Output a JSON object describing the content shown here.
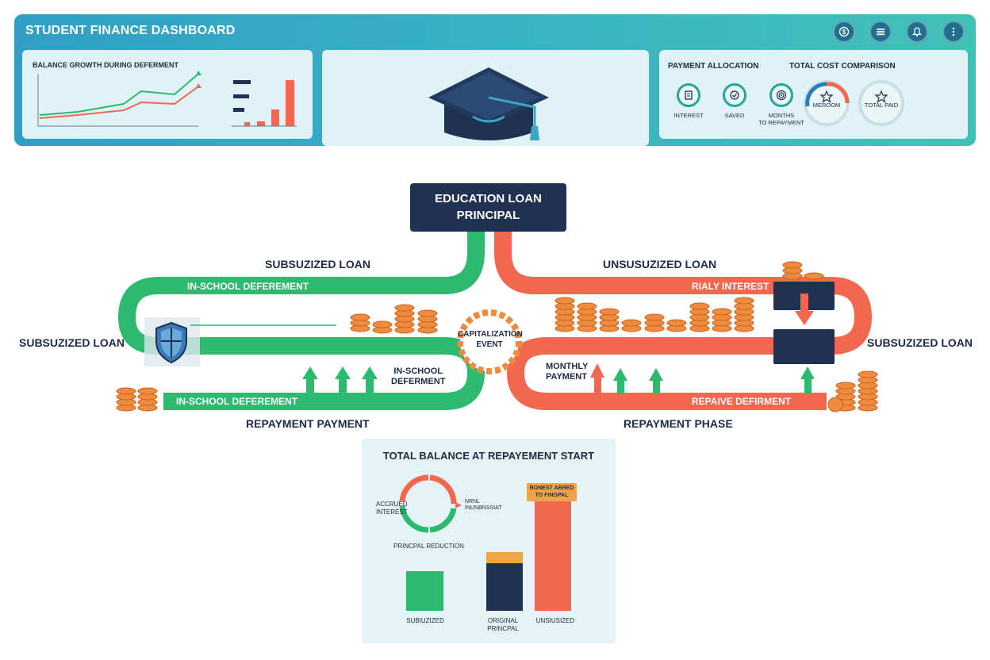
{
  "header": {
    "title": "STUDENT FINANCE DASHBOARD",
    "icons": [
      "currency-icon",
      "menu-icon",
      "bell-icon",
      "more-icon"
    ]
  },
  "panels": {
    "balance_growth_title": "BALANCE GROWTH DURING DEFERMENT",
    "payment_allocation_title": "PAYMENT ALLOCATION",
    "total_cost_title": "TOTAL COST COMPARISON",
    "allocation_items": [
      {
        "label": "INTEREST",
        "icon": "receipt-icon"
      },
      {
        "label": "SAVED",
        "icon": "check-icon"
      },
      {
        "label": "MONTHS\nTO REPAYMENT",
        "icon": "target-icon"
      },
      {
        "label": "MEROOM",
        "icon": "star-icon"
      },
      {
        "label": "TOTAL PAID",
        "icon": "star-icon"
      }
    ]
  },
  "diagram": {
    "principal": "EDUCATION LOAN\nPRINCIPAL",
    "left_top_label": "SUBSUZIZED LOAN",
    "left_side_label": "SUBSUZIZED LOAN",
    "left_track_top": "IN-SCHOOL DEFEREMENT",
    "left_track_bottom": "IN-SCHOOL DEFEREMENT",
    "left_inner_label": "IN-SCHOOL\nDEFERMENT",
    "left_bottom_label": "REPAYMENT PAYMENT",
    "right_top_label": "UNSUSUZIZED LOAN",
    "right_side_label": "SUBSUZIZED LOAN",
    "right_track_top": "RIALY INTEREST",
    "right_track_bottom": "REPAIVE DEFIRMENT",
    "monthly_payment": "MONTHLY\nPAYMENT",
    "right_bottom_label": "REPAYMENT PHASE",
    "capitalization": "CAPITALIZATION\nEVENT",
    "colors": {
      "subsidized": "#2dba6e",
      "unsubsidized": "#f2674f",
      "navy": "#1f3251",
      "coin": "#f08a3c"
    }
  },
  "bottom_panel": {
    "title": "TOTAL BALANCE AT REPAYEMENT START",
    "accrued_interest": "ACCRUED\nINTEREST",
    "ring_right_label": "NRNL\nINUNBNSSIAT",
    "principal_reduction": "PRINCPAL REDUCTION",
    "tag": "BONEST ABRED\nTO FINGPAL",
    "bar_labels": [
      "SUBIUZIZED",
      "ORIGINAL\nPRINCPAL",
      "UNSIUSIZED"
    ]
  }
}
